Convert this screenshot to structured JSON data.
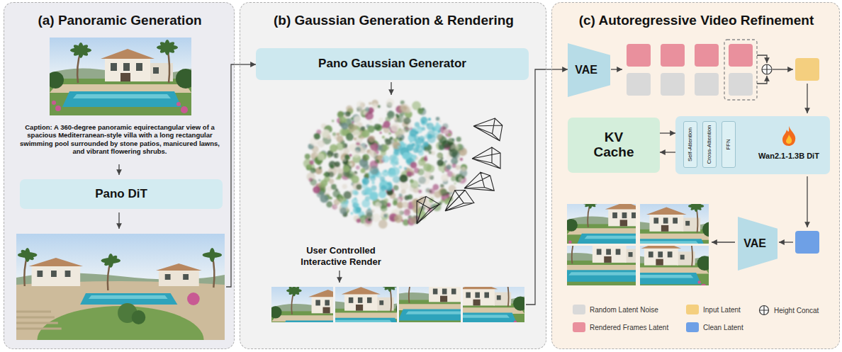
{
  "diagram": {
    "nodes": [
      {
        "text": [
          "(a) Panoramic Generation",
          "Caption: A 360-degree panoramic equirectangular view of a spacious Mediterranean-style villa with a long rectangular swimming pool surrounded by stone patios, manicured lawns, and vibrant flowering shrubs."
        ]
      },
      {
        "text": [
          "Pano DiT"
        ],
        "in": 0
      },
      {
        "text": [
          "(b) Gaussian Generation & Rendering",
          "User Controlled Interactive Render"
        ]
      },
      {
        "text": [
          "Pano Gaussian Generator"
        ],
        "in": 2
      },
      {
        "text": [
          "(c) Autoregressive Video Refinement"
        ]
      },
      {
        "text": [
          "VAE"
        ],
        "in": 4
      },
      {
        "text": [
          "KV Cache"
        ],
        "in": 4
      },
      {
        "text": [
          "Wan2.1-1.3B DiT"
        ],
        "in": 4
      },
      {
        "text": [
          "Self-Attention"
        ],
        "in": 7
      },
      {
        "text": [
          "Cross-Attention"
        ],
        "in": 7
      },
      {
        "text": [
          "FFN"
        ],
        "in": 7
      },
      {
        "text": [
          "VAE"
        ],
        "in": 4
      }
    ],
    "edges": [
      {
        "from": 0,
        "to": 3,
        "arrow": "to"
      },
      {
        "from": 2,
        "to": 5,
        "arrow": "to"
      },
      {
        "from": 6,
        "to": 7,
        "arrow": "to"
      },
      {
        "from": 7,
        "to": 6,
        "arrow": "to"
      }
    ],
    "legend": [
      {
        "text": "Random Latent Noise",
        "color": "#d9d9d9"
      },
      {
        "text": "Rendered Frames Latent",
        "color": "#e9909d"
      },
      {
        "text": "Input Latent",
        "color": "#f4cf7f"
      },
      {
        "text": "Clean Latent",
        "color": "#6ea0e6"
      },
      {
        "text": "Height Concat"
      }
    ]
  }
}
